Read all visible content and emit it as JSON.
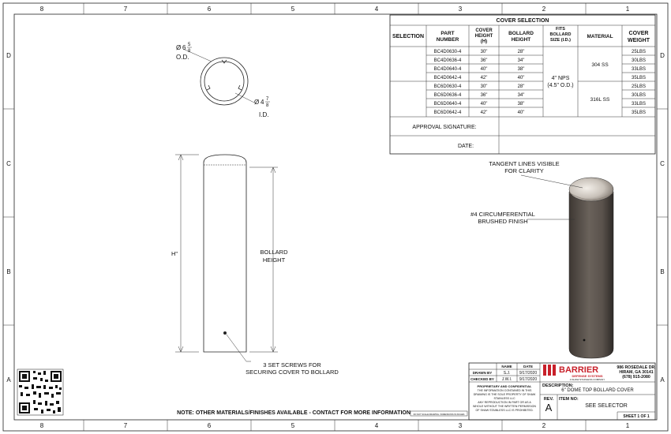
{
  "border": {
    "columns": [
      "8",
      "7",
      "6",
      "5",
      "4",
      "3",
      "2",
      "1"
    ],
    "rows": [
      "D",
      "C",
      "B",
      "A"
    ]
  },
  "top_view": {
    "od_value": "6",
    "od_num": "5",
    "od_den": "8",
    "od_label": "O.D.",
    "id_value": "4",
    "id_num": "7",
    "id_den": "8",
    "id_label": "I.D.",
    "dia_symbol": "Ø"
  },
  "side_view": {
    "h_label": "H\"",
    "bollard_height_line1": "BOLLARD",
    "bollard_height_line2": "HEIGHT",
    "screws_line1": "3 SET SCREWS FOR",
    "screws_line2": "SECURING COVER TO BOLLARD"
  },
  "iso_view": {
    "tangent_line1": "TANGENT LINES VISIBLE",
    "tangent_line2": "FOR CLARITY",
    "finish_line1": "#4 CIRCUMFERENTIAL",
    "finish_line2": "BRUSHED FINISH"
  },
  "cover_selection": {
    "title": "COVER SELECTION",
    "headers": [
      "SELECTION",
      "PART NUMBER",
      "COVER HEIGHT (H)",
      "BOLLARD HEIGHT",
      "FITS BOLLARD SIZE (I.D.)",
      "MATERIAL",
      "COVER WEIGHT"
    ],
    "rows": [
      {
        "selection": "",
        "part": "BC4D0630-4",
        "cover": "30\"",
        "bollard": "28\"",
        "weight": "25LBS"
      },
      {
        "selection": "",
        "part": "BC4D0636-4",
        "cover": "36\"",
        "bollard": "34\"",
        "weight": "30LBS"
      },
      {
        "selection": "",
        "part": "BC4D0640-4",
        "cover": "40\"",
        "bollard": "38\"",
        "weight": "33LBS"
      },
      {
        "selection": "",
        "part": "BC4D0642-4",
        "cover": "42\"",
        "bollard": "40\"",
        "weight": "35LBS"
      },
      {
        "selection": "",
        "part": "BC6D0630-4",
        "cover": "30\"",
        "bollard": "28\"",
        "weight": "25LBS"
      },
      {
        "selection": "",
        "part": "BC6D0636-4",
        "cover": "36\"",
        "bollard": "34\"",
        "weight": "30LBS"
      },
      {
        "selection": "",
        "part": "BC6D0640-4",
        "cover": "40\"",
        "bollard": "38\"",
        "weight": "33LBS"
      },
      {
        "selection": "",
        "part": "BC6D0642-4",
        "cover": "42\"",
        "bollard": "40\"",
        "weight": "35LBS"
      }
    ],
    "fits_line1": "4\" NPS",
    "fits_line2": "(4.5\" O.D.)",
    "material_a": "304 SS",
    "material_b": "316L SS",
    "approval_label": "APPROVAL SIGNATURE:",
    "date_label": "DATE:"
  },
  "title_block": {
    "name_header": "NAME",
    "date_header": "DATE",
    "drawn_by_label": "DRAWN BY",
    "drawn_by_name": "S.J.",
    "drawn_by_date": "9/17/2020",
    "checked_by_label": "CHECKED BY",
    "checked_by_name": "J.W.I.",
    "checked_by_date": "9/17/2020",
    "proprietary_line1": "PROPRIETARY AND CONFIDENTIAL",
    "proprietary_line2": "THE INFORMATION CONTAINED IN THIS",
    "proprietary_line3": "DRAWING IS THE SOLE PROPERTY OF SHAW",
    "proprietary_line4": "STAINLESS LLC",
    "proprietary_line5": "ANY REPRODUCTION IN PART OR AS A",
    "proprietary_line6": "WHOLE WITHOUT THE WRITTEN PERMISSION",
    "proprietary_line7": "OF SHAW STAINLESS LLC IS PROHIBITED.",
    "logo_name": "BARRIER",
    "logo_sub": "DEFENSE SYSTEMS",
    "logo_tag": "A SHAW STAINLESS COMPANY",
    "address_line1": "986 ROSEDALE DR.",
    "address_line2": "HIRAM, GA 30141",
    "address_line3": "(678) 915-2080",
    "description_label": "DESCRIPTION:",
    "description_value": "6\" DOME TOP BOLLARD COVER",
    "rev_label": "REV.",
    "rev_value": "A",
    "item_no_label": "ITEM NO:",
    "item_no_value": "SEE SELECTOR",
    "sheet_label": "SHEET 1 OF 1",
    "small_note": "DO NOT SCALE DRAWING / DIMENSIONS IN INCHES"
  },
  "note": "NOTE: OTHER MATERIALS/FINISHES AVAILABLE - CONTACT FOR MORE INFORMATION",
  "colors": {
    "logo_red": "#c8202a",
    "line": "#222222",
    "iso_dark": "#5a524c"
  }
}
